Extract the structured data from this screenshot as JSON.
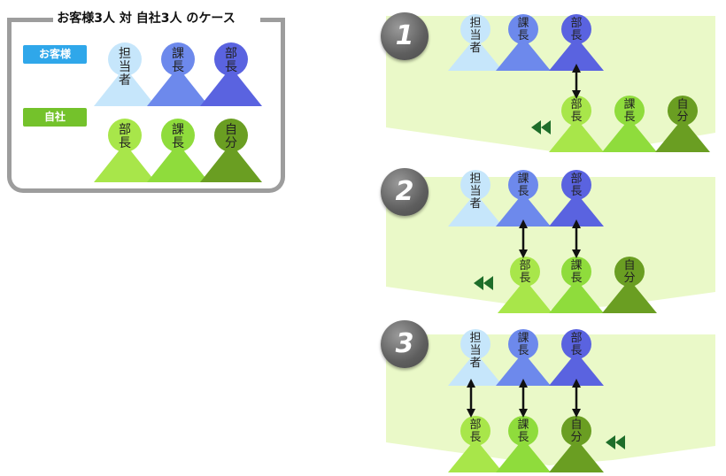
{
  "legend": {
    "title": "お客様3人 対 自社3人 のケース",
    "customer_tag": "お客様",
    "ours_tag": "自社",
    "customer_people": [
      "担\n当\n者",
      "課\n長",
      "部\n長"
    ],
    "ours_people": [
      "部\n長",
      "課\n長",
      "自\n分"
    ]
  },
  "steps": [
    {
      "number": "1",
      "customers": [
        "担\n当\n者",
        "課\n長",
        "部\n長"
      ],
      "ours": [
        "部\n長",
        "課\n長",
        "自\n分"
      ]
    },
    {
      "number": "2",
      "customers": [
        "担\n当\n者",
        "課\n長",
        "部\n長"
      ],
      "ours": [
        "部\n長",
        "課\n長",
        "自\n分"
      ]
    },
    {
      "number": "3",
      "customers": [
        "担\n当\n者",
        "課\n長",
        "部\n長"
      ],
      "ours": [
        "部\n長",
        "課\n長",
        "自\n分"
      ]
    }
  ],
  "colors": {
    "tanto": "#c6e6fb",
    "kacho_customer": "#6d89ec",
    "bucho_customer": "#5a63e0",
    "bucho_ours": "#a8e64a",
    "kacho_ours": "#8fdc3c",
    "jibun": "#6a9e22",
    "panel": "#eaf9c8",
    "arrow_marker": "#1e6e2a",
    "badge": "#666666"
  },
  "icons": [
    "double-arrow-left-icon",
    "vertical-double-arrow-icon"
  ]
}
